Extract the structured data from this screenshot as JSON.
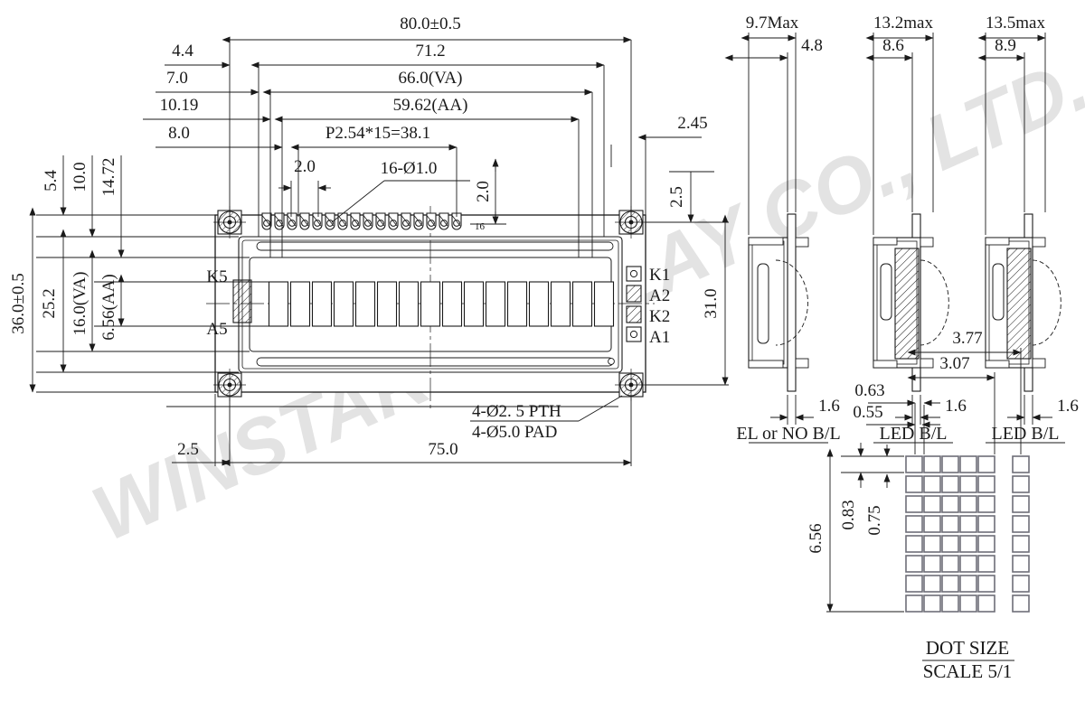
{
  "drawing": {
    "title": "LCD Module Mechanical Outline Drawing",
    "watermark": "WINSTAR DISPLAY CO., LTD.",
    "line_color": "#1a1a1a",
    "watermark_color": "#e2e2e2"
  },
  "front_view": {
    "horizontal_dims": [
      {
        "id": "overall-width",
        "label": "80.0±0.5"
      },
      {
        "id": "pcb-inner-width",
        "label": "71.2"
      },
      {
        "id": "viewing-area-width",
        "label": "66.0(VA)"
      },
      {
        "id": "active-area-width",
        "label": "59.62(AA)"
      },
      {
        "id": "pin-pitch",
        "label": "P2.54*15=38.1"
      },
      {
        "id": "pin-edge-offset",
        "label": "2.0"
      },
      {
        "id": "pin-hole-callout",
        "label": "16-Ø1.0"
      },
      {
        "id": "pin-row-offset",
        "label": "2.0"
      },
      {
        "id": "right-edge-offset",
        "label": "2.45"
      },
      {
        "id": "hole-left-offset",
        "label": "2.5"
      },
      {
        "id": "mounting-hole-span",
        "label": "75.0"
      }
    ],
    "left_offsets": [
      {
        "id": "offset-4-4",
        "label": "4.4"
      },
      {
        "id": "offset-7-0",
        "label": "7.0"
      },
      {
        "id": "offset-10-19",
        "label": "10.19"
      },
      {
        "id": "offset-8-0",
        "label": "8.0"
      }
    ],
    "vertical_top_dims": [
      {
        "id": "top-offset-5-4",
        "label": "5.4"
      },
      {
        "id": "top-offset-10-0",
        "label": "10.0"
      },
      {
        "id": "top-offset-14-72",
        "label": "14.72"
      }
    ],
    "vertical_dims": [
      {
        "id": "overall-height",
        "label": "36.0±0.5"
      },
      {
        "id": "pcb-inner-height",
        "label": "25.2"
      },
      {
        "id": "viewing-area-height",
        "label": "16.0(VA)"
      },
      {
        "id": "active-area-height",
        "label": "6.56(AA)"
      },
      {
        "id": "hole-vertical-span",
        "label": "31.0"
      },
      {
        "id": "top-clearance",
        "label": "2.5"
      }
    ],
    "left_terminals": [
      {
        "id": "terminal-k5",
        "label": "K5"
      },
      {
        "id": "terminal-a5",
        "label": "A5"
      }
    ],
    "right_terminals": [
      {
        "id": "terminal-k1",
        "label": "K1"
      },
      {
        "id": "terminal-a2",
        "label": "A2"
      },
      {
        "id": "terminal-k2",
        "label": "K2"
      },
      {
        "id": "terminal-a1",
        "label": "A1"
      }
    ],
    "notes": [
      {
        "id": "pth-note",
        "label": "4-Ø2. 5 PTH"
      },
      {
        "id": "pad-note",
        "label": "4-Ø5.0 PAD"
      }
    ],
    "pin_count_marker": "16",
    "character_cells": 16,
    "pin_pads": 16,
    "mounting_holes": 4
  },
  "side_views": [
    {
      "id": "side-view-el",
      "caption": "EL or NO B/L",
      "max_thickness": "9.7Max",
      "glass_thickness": "4.8",
      "pcb_thickness": "1.6",
      "has_backlight_block": false
    },
    {
      "id": "side-view-led-1",
      "caption": "LED B/L",
      "max_thickness": "13.2max",
      "glass_thickness": "8.6",
      "pcb_thickness": "1.6",
      "has_backlight_block": true
    },
    {
      "id": "side-view-led-2",
      "caption": "LED B/L",
      "max_thickness": "13.5max",
      "glass_thickness": "8.9",
      "pcb_thickness": "1.6",
      "has_backlight_block": true
    }
  ],
  "dot_detail": {
    "title_line1": "DOT SIZE",
    "title_line2": "SCALE 5/1",
    "dims": {
      "total_width": "3.77",
      "matrix_width": "3.07",
      "dot_pitch_x": "0.63",
      "dot_width": "0.55",
      "dot_pitch_y": "0.83",
      "dot_height": "0.75",
      "total_height": "6.56"
    },
    "grid": {
      "columns": 5,
      "rows": 8,
      "extra_column": 1
    }
  }
}
